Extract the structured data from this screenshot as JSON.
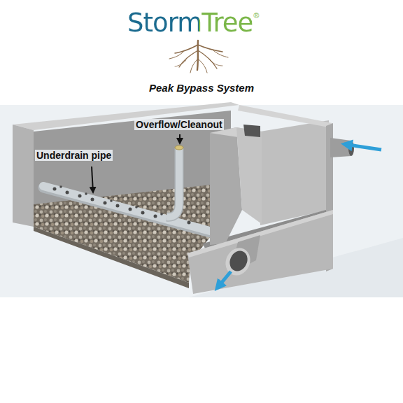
{
  "diagram": {
    "title": "Peak Bypass System",
    "labels": [
      "StormTree",
      "®",
      "Underdrain pipe",
      "Overflow/Cleanout"
    ]
  }
}
